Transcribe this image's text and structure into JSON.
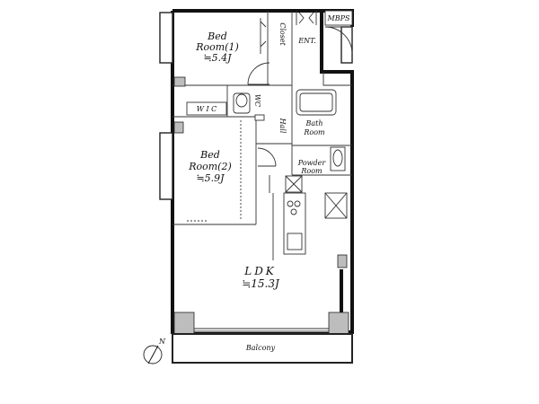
{
  "rooms": {
    "bed1": {
      "name_line1": "Bed",
      "name_line2": "Room(1)",
      "area": "≒5.4J"
    },
    "bed2": {
      "name_line1": "Bed",
      "name_line2": "Room(2)",
      "area": "≒5.9J"
    },
    "ldk": {
      "name": "LDK",
      "area": "≒15.3J"
    },
    "bath": {
      "name_line1": "Bath",
      "name_line2": "Room"
    },
    "powder": {
      "name_line1": "Powder",
      "name_line2": "Room"
    },
    "closet": "Closet",
    "entrance": "ENT.",
    "mbps": "MBPS",
    "wic": "W I C",
    "wc": "WC",
    "hall": "Hall",
    "balcony": "Balcony"
  },
  "compass": {
    "label": "N"
  }
}
